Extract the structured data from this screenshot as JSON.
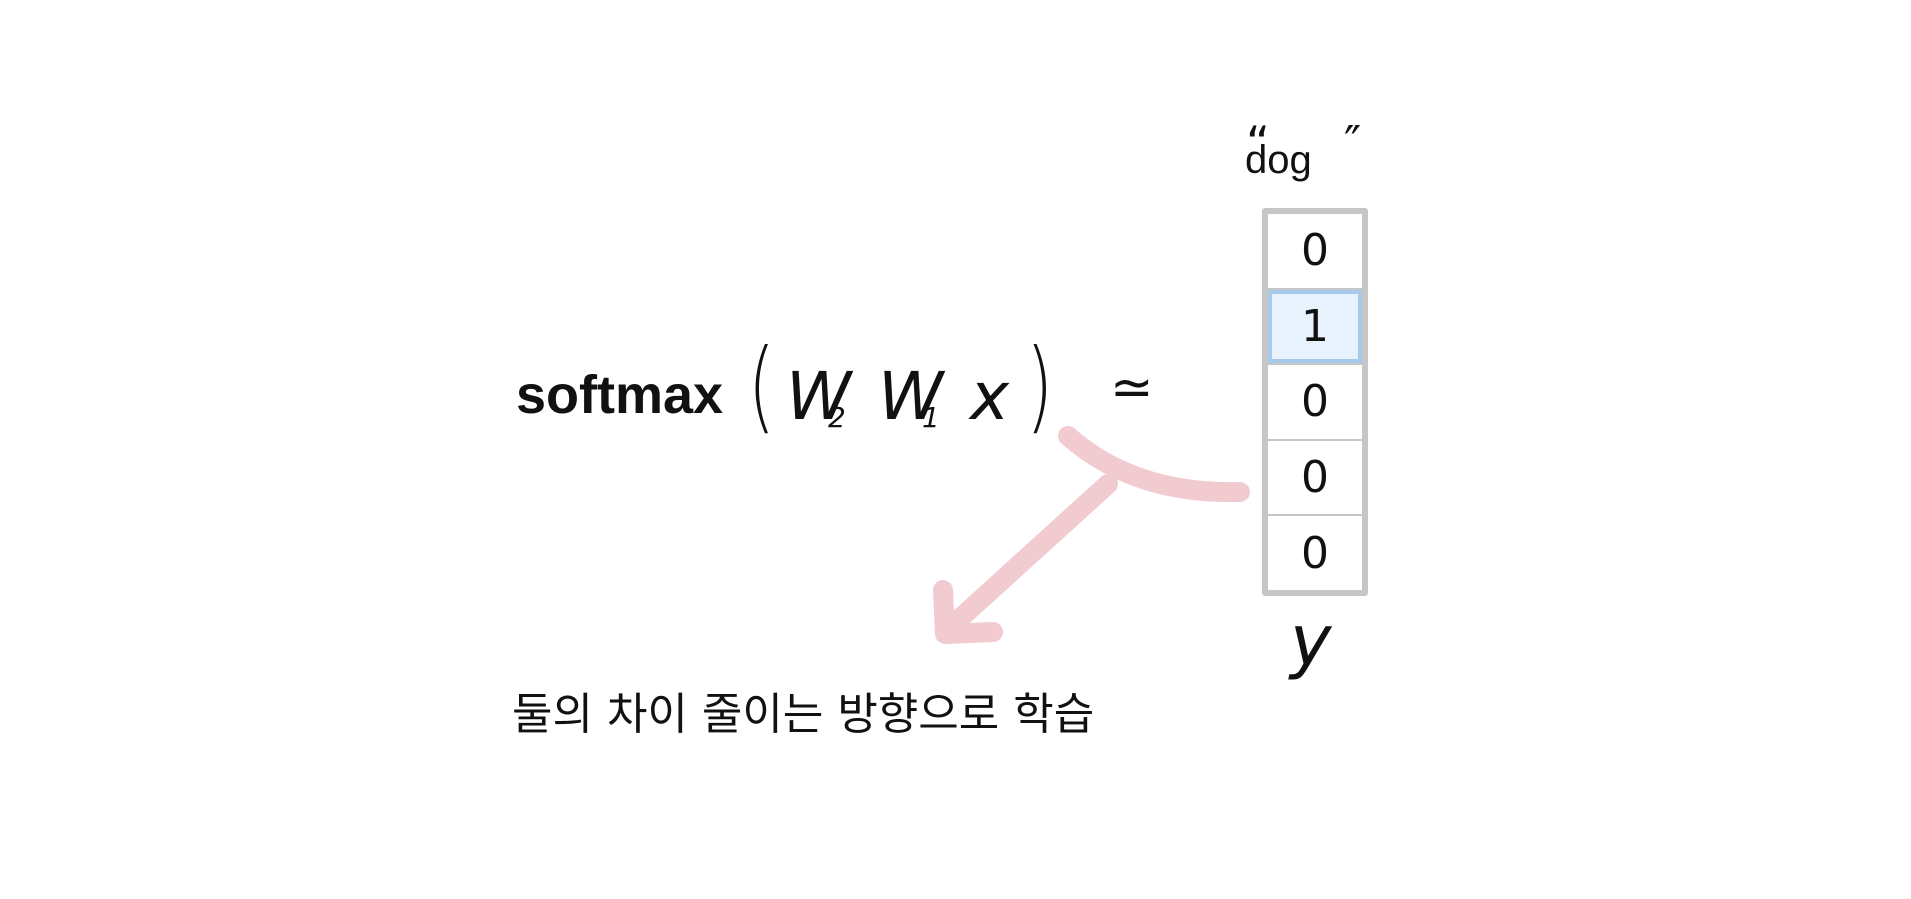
{
  "expression": {
    "function_label": "softmax",
    "open_paren": "(",
    "w2_symbol": "W",
    "w2_subscript": "2",
    "w1_symbol": "W",
    "w1_subscript": "1",
    "x_symbol": "x",
    "close_paren": ")",
    "approx_symbol": "≃"
  },
  "target": {
    "label": "dog",
    "quote_open": "“",
    "quote_close": "″",
    "values": [
      "0",
      "1",
      "0",
      "0",
      "0"
    ],
    "highlighted_index": 1,
    "name": "y"
  },
  "caption": "둘의 차이 줄이는 방향으로 학습",
  "colors": {
    "arrow": "#e8a9b0",
    "cell_border": "#c6c6c6",
    "highlight_fill": "#e8f2fd",
    "highlight_border": "#a8c8ec"
  },
  "icons": {
    "arrow": "curved-arrow-icon"
  }
}
